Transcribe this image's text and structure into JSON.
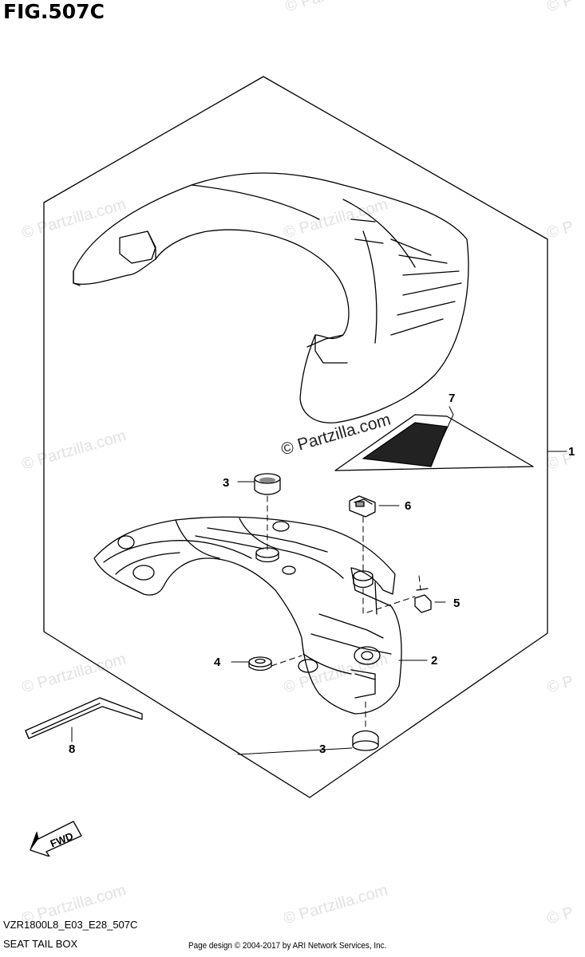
{
  "figure": {
    "title": "FIG.507C",
    "model_code": "VZR1800L8_E03_E28_507C",
    "caption": "SEAT TAIL BOX",
    "credit": "Page design © 2004-2017 by ARI Network Services, Inc."
  },
  "watermark": {
    "text": "© Partzilla.com",
    "faint_text": "© Partzilla.com",
    "edge_text": "© P"
  },
  "callouts": [
    {
      "id": "c1",
      "label": "1"
    },
    {
      "id": "c2",
      "label": "2"
    },
    {
      "id": "c3a",
      "label": "3"
    },
    {
      "id": "c3b",
      "label": "3"
    },
    {
      "id": "c4",
      "label": "4"
    },
    {
      "id": "c5",
      "label": "5"
    },
    {
      "id": "c6",
      "label": "6"
    },
    {
      "id": "c7",
      "label": "7"
    },
    {
      "id": "c8",
      "label": "8"
    }
  ],
  "fwd": "FWD",
  "colors": {
    "line": "#000000",
    "watermark": "#e2e2e2",
    "background": "#ffffff"
  }
}
